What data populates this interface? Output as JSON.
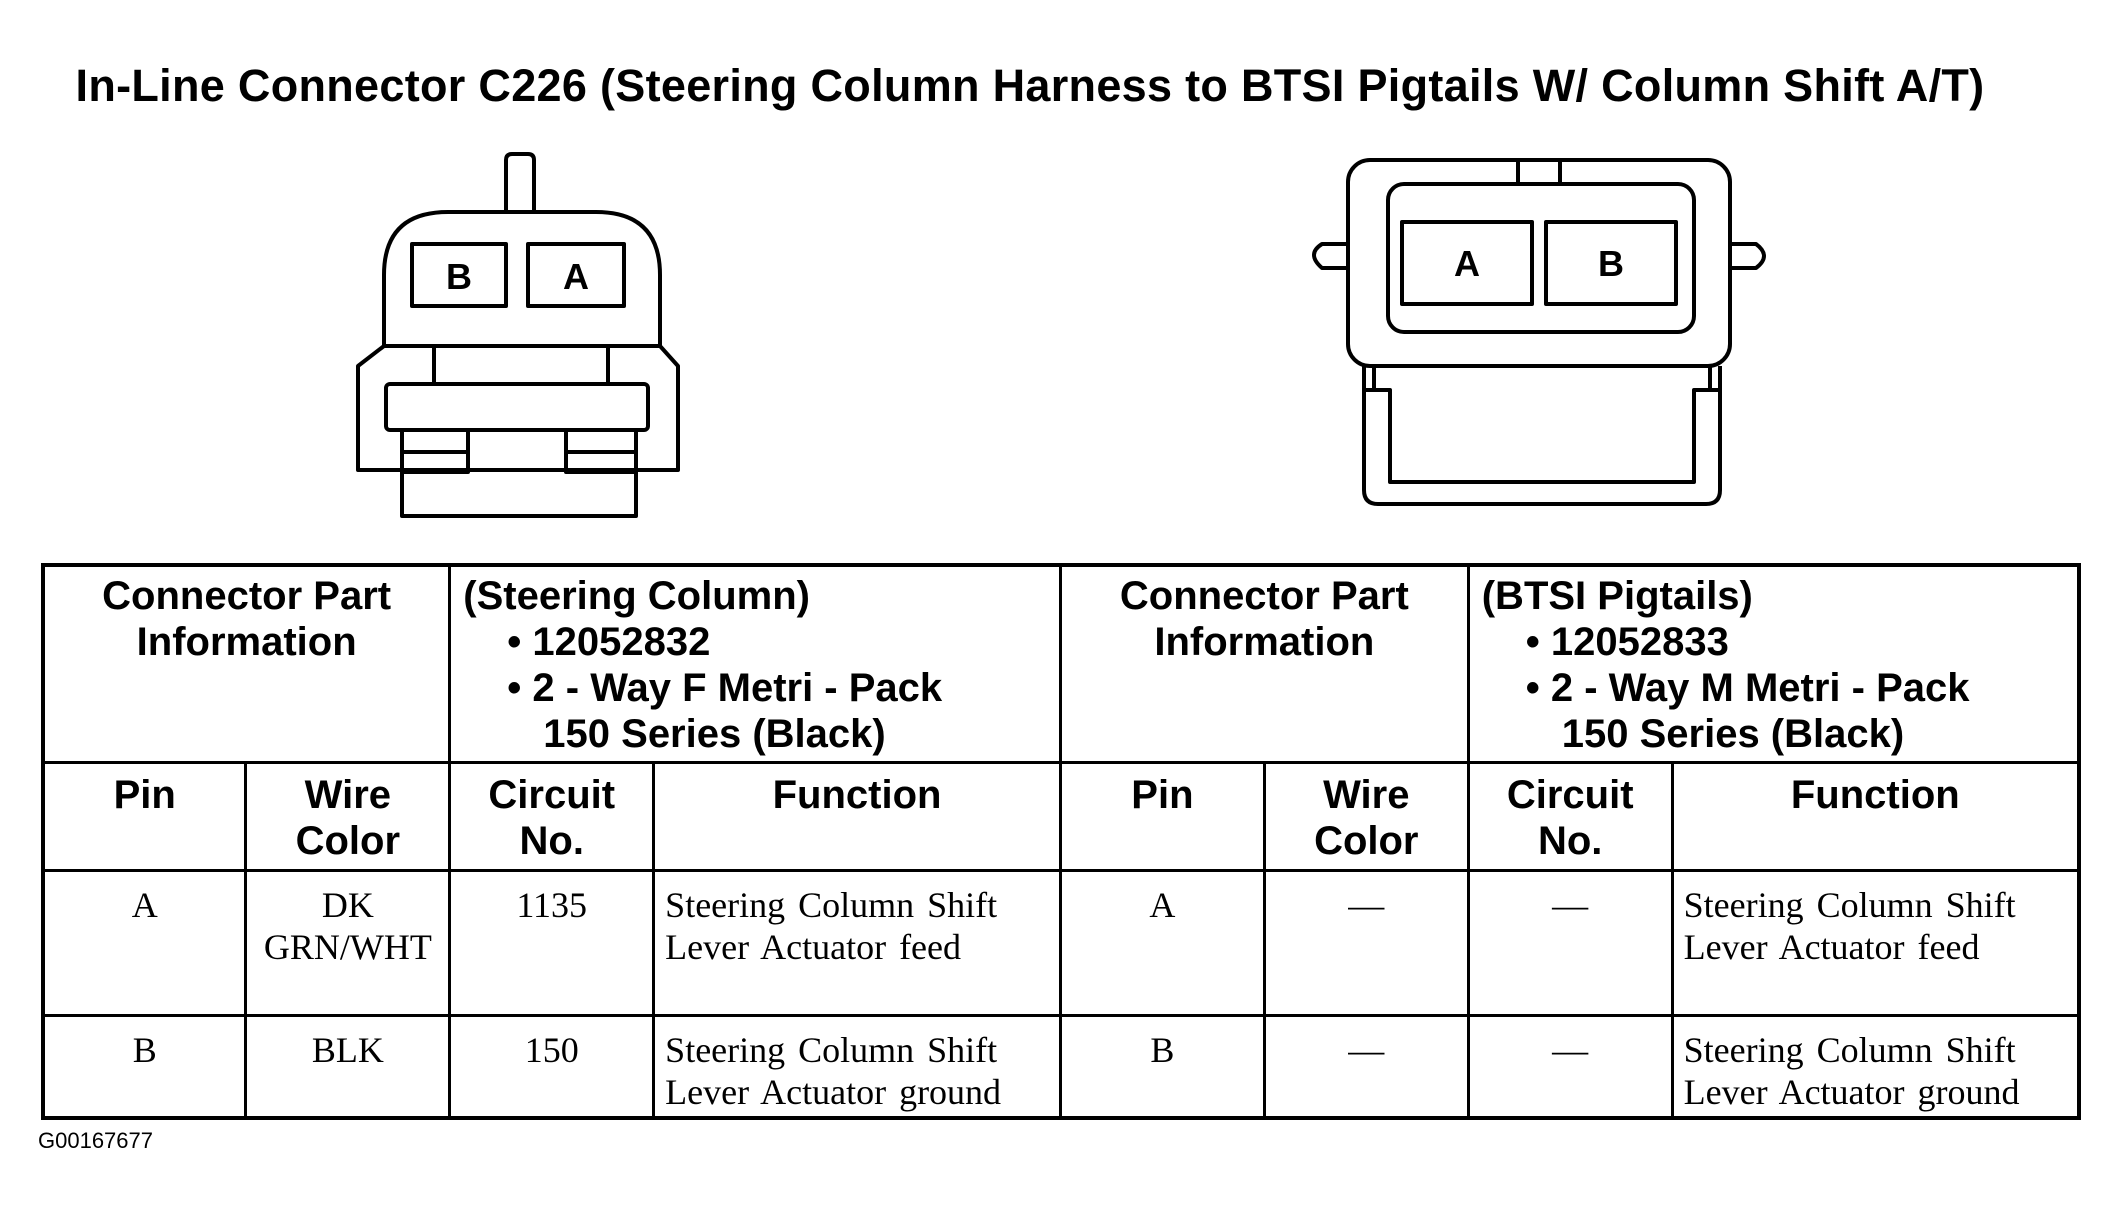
{
  "title": "In-Line Connector C226 (Steering Column Harness to BTSI Pigtails W/ Column Shift A/T)",
  "connectors": {
    "left": {
      "pins": [
        "B",
        "A"
      ]
    },
    "right": {
      "pins": [
        "A",
        "B"
      ]
    }
  },
  "table": {
    "left": {
      "info_label": [
        "Connector Part",
        "Information"
      ],
      "info_name": "(Steering Column)",
      "part_number": "12052832",
      "description": "2 - Way F Metri - Pack",
      "description_cont": "150 Series (Black)",
      "headers": {
        "pin": "Pin",
        "wire_color": [
          "Wire",
          "Color"
        ],
        "circuit": [
          "Circuit",
          "No."
        ],
        "function": "Function"
      },
      "rows": [
        {
          "pin": "A",
          "wire_color": [
            "DK",
            "GRN/WHT"
          ],
          "circuit": "1135",
          "function": [
            "Steering Column Shift",
            "Lever Actuator feed"
          ]
        },
        {
          "pin": "B",
          "wire_color": [
            "BLK"
          ],
          "circuit": "150",
          "function": [
            "Steering Column Shift",
            "Lever Actuator ground"
          ]
        }
      ]
    },
    "right": {
      "info_label": [
        "Connector Part",
        "Information"
      ],
      "info_name": "(BTSI Pigtails)",
      "part_number": "12052833",
      "description": "2 - Way M Metri - Pack",
      "description_cont": "150 Series (Black)",
      "headers": {
        "pin": "Pin",
        "wire_color": [
          "Wire",
          "Color"
        ],
        "circuit": [
          "Circuit",
          "No."
        ],
        "function": "Function"
      },
      "rows": [
        {
          "pin": "A",
          "wire_color": [
            "—"
          ],
          "circuit": "—",
          "function": [
            "Steering Column Shift",
            "Lever Actuator feed"
          ]
        },
        {
          "pin": "B",
          "wire_color": [
            "—"
          ],
          "circuit": "—",
          "function": [
            "Steering Column Shift",
            "Lever Actuator ground"
          ]
        }
      ]
    }
  },
  "figure_id": "G00167677"
}
